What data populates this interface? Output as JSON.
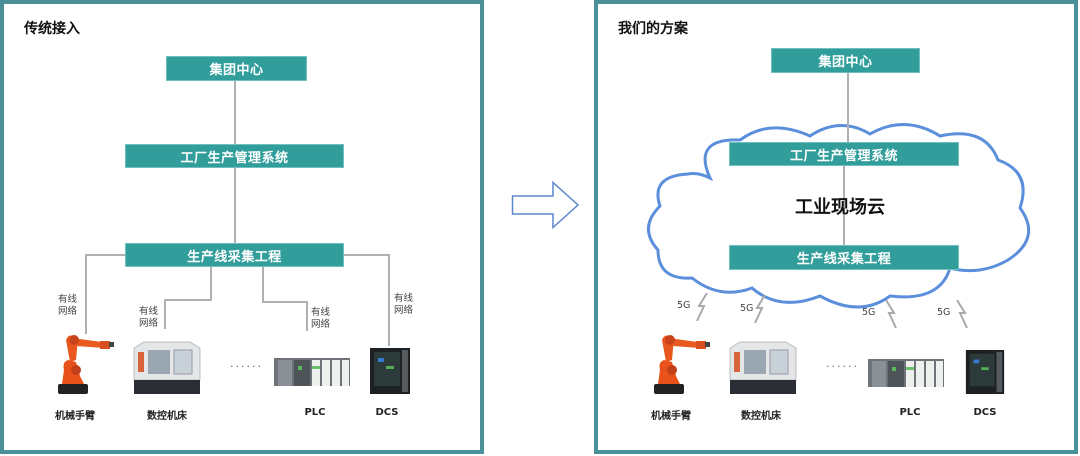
{
  "left": {
    "title": "传统接入",
    "nodes": {
      "group": "集团中心",
      "factory": "工厂生产管理系统",
      "collect": "生产线采集工程"
    },
    "link_label_line1": "有线",
    "link_label_line2": "网络",
    "devices": [
      "机械手臂",
      "数控机床",
      "PLC",
      "DCS"
    ],
    "ellipsis": "······"
  },
  "arrow": {
    "icon": "right-arrow-icon"
  },
  "right": {
    "title": "我们的方案",
    "nodes": {
      "group": "集团中心",
      "factory": "工厂生产管理系统",
      "collect": "生产线采集工程"
    },
    "cloud_label": "工业现场云",
    "link_label": "5G",
    "devices": [
      "机械手臂",
      "数控机床",
      "PLC",
      "DCS"
    ],
    "ellipsis": "······"
  },
  "colors": {
    "border": "#4b8f99",
    "node": "#329e9c",
    "cloud": "#5b8fdc",
    "connector": "#b0b0b0"
  }
}
